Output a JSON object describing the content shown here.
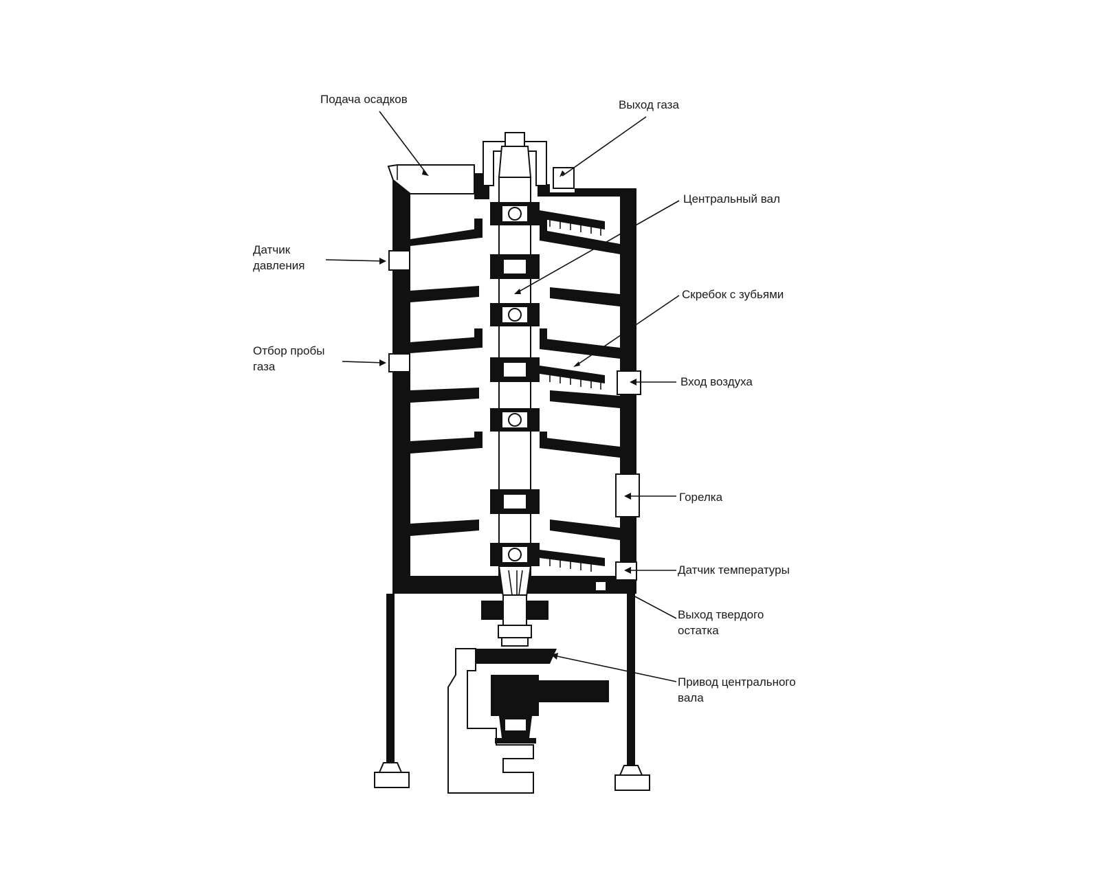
{
  "labels": {
    "sludge_feed": "Подача осадков",
    "gas_outlet": "Выход газа",
    "central_shaft": "Центральный вал",
    "pressure_sensor_1": "Датчик",
    "pressure_sensor_2": "давления",
    "toothed_scraper": "Скребок с зубьями",
    "gas_sampling_1": "Отбор пробы",
    "gas_sampling_2": "газа",
    "air_inlet": "Вход воздуха",
    "burner": "Горелка",
    "temperature_sensor": "Датчик температуры",
    "solid_residue_outlet_1": "Выход твердого",
    "solid_residue_outlet_2": "остатка",
    "shaft_drive_1": "Привод центрального",
    "shaft_drive_2": "вала"
  }
}
